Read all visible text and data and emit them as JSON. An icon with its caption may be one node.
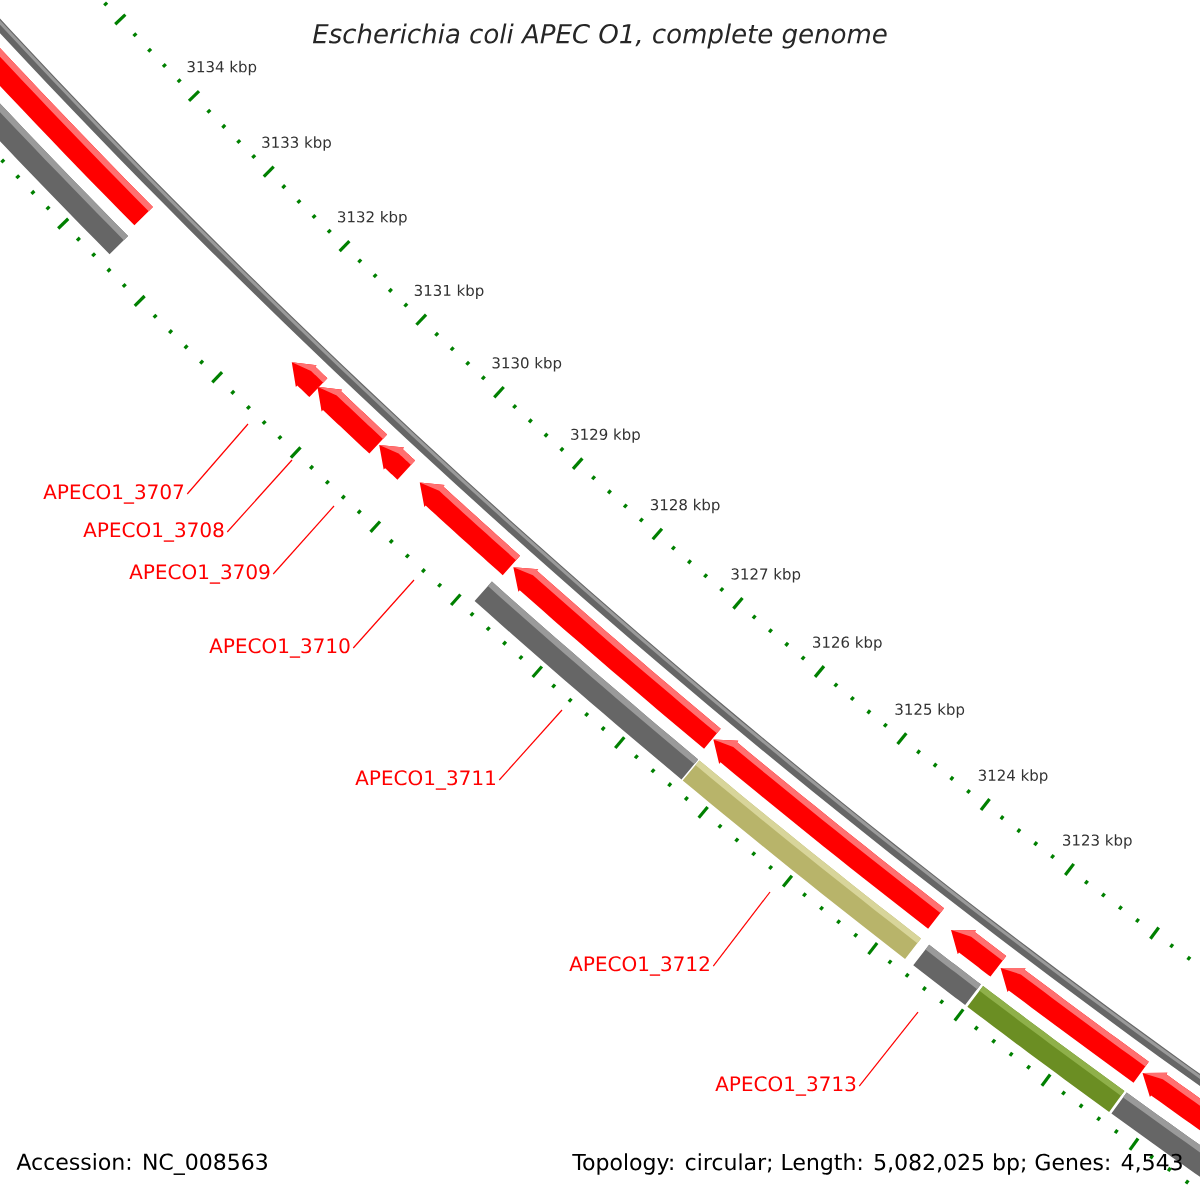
{
  "diagram": {
    "title": "Escherichia coli APEC O1, complete genome",
    "nodes": [
      {
        "text": [
          "APECO1_3707"
        ]
      },
      {
        "text": [
          "APECO1_3708"
        ]
      },
      {
        "text": [
          "APECO1_3709"
        ]
      },
      {
        "text": [
          "APECO1_3710"
        ]
      },
      {
        "text": [
          "APECO1_3711"
        ]
      },
      {
        "text": [
          "APECO1_3712"
        ]
      },
      {
        "text": [
          "APECO1_3713"
        ]
      }
    ],
    "edges": [
      {
        "from": 0,
        "to": null,
        "arrow": "none"
      },
      {
        "from": 1,
        "to": null,
        "arrow": "none"
      },
      {
        "from": 2,
        "to": null,
        "arrow": "none"
      },
      {
        "from": 3,
        "to": null,
        "arrow": "none"
      },
      {
        "from": 4,
        "to": null,
        "arrow": "none"
      },
      {
        "from": 5,
        "to": null,
        "arrow": "none"
      },
      {
        "from": 6,
        "to": null,
        "arrow": "none"
      }
    ],
    "labels": [
      "3134 kbp",
      "3133 kbp",
      "3132 kbp",
      "3131 kbp",
      "3130 kbp",
      "3129 kbp",
      "3128 kbp",
      "3127 kbp",
      "3126 kbp",
      "3125 kbp",
      "3124 kbp",
      "3123 kbp",
      "Accession: NC_008563",
      "Topology: circular; Length: 5,082,025 bp; Genes: 4,543"
    ]
  }
}
